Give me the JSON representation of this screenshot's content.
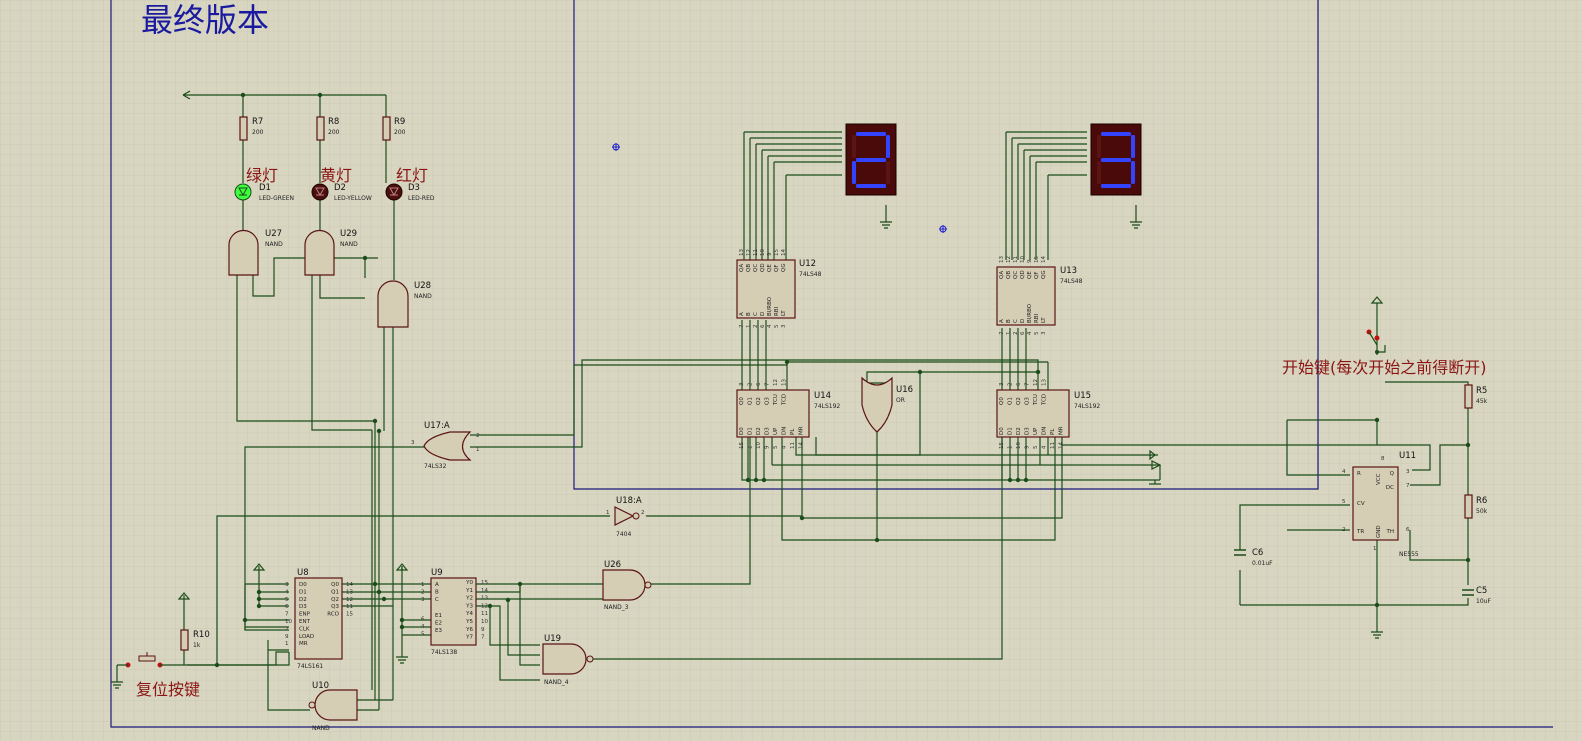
{
  "sheet": {
    "title": "最终版本",
    "colors": {
      "background": "#d8d6c1",
      "grid": "#c2c0a8",
      "border": "#1a1a7a",
      "wire": "#1b4d1b",
      "title": "#1a1aa0",
      "label_cn": "#8b1515",
      "component_body": "#d6cdb5",
      "component_outline": "#5a1414",
      "seg_on": "#3344ff",
      "led_green": "#3dff3d",
      "led_off": "#4a1010"
    }
  },
  "labels_cn": {
    "green_light": "绿灯",
    "yellow_light": "黄灯",
    "red_light": "红灯",
    "start_key": "开始键(每次开始之前得断开)",
    "reset_key": "复位按键"
  },
  "resistors": [
    {
      "ref": "R7",
      "value": "200"
    },
    {
      "ref": "R8",
      "value": "200"
    },
    {
      "ref": "R9",
      "value": "200"
    },
    {
      "ref": "R10",
      "value": "1k"
    },
    {
      "ref": "R5",
      "value": "45k"
    },
    {
      "ref": "R6",
      "value": "50k"
    }
  ],
  "leds": [
    {
      "ref": "D1",
      "type": "LED-GREEN",
      "lit": true
    },
    {
      "ref": "D2",
      "type": "LED-YELLOW",
      "lit": false
    },
    {
      "ref": "D3",
      "type": "LED-RED",
      "lit": false
    }
  ],
  "gates": {
    "u27": {
      "ref": "U27",
      "type": "NAND"
    },
    "u29": {
      "ref": "U29",
      "type": "NAND"
    },
    "u28": {
      "ref": "U28",
      "type": "NAND"
    },
    "u17": {
      "ref": "U17:A",
      "type": "74LS32",
      "pins": [
        "2",
        "1",
        "3"
      ]
    },
    "u16": {
      "ref": "U16",
      "type": "OR"
    },
    "u18": {
      "ref": "U18:A",
      "type": "7404",
      "pins": [
        "1",
        "2"
      ]
    },
    "u26": {
      "ref": "U26",
      "type": "NAND_3"
    },
    "u19": {
      "ref": "U19",
      "type": "NAND_4"
    },
    "u10": {
      "ref": "U10",
      "type": "NAND"
    }
  },
  "decoders": [
    {
      "ref": "U12",
      "type": "74LS48",
      "top_pins": [
        "QA",
        "QB",
        "QC",
        "QD",
        "QE",
        "QF",
        "QG"
      ],
      "top_nums": [
        "13",
        "12",
        "11",
        "10",
        "9",
        "15",
        "14"
      ],
      "bottom_pins": [
        "A",
        "B",
        "C",
        "D",
        "BI/RBO",
        "RBI",
        "LT"
      ],
      "bottom_nums": [
        "7",
        "1",
        "2",
        "6",
        "4",
        "5",
        "3"
      ]
    },
    {
      "ref": "U13",
      "type": "74LS48",
      "top_pins": [
        "QA",
        "QB",
        "QC",
        "QD",
        "QE",
        "QF",
        "QG"
      ],
      "top_nums": [
        "13",
        "12",
        "11",
        "10",
        "9",
        "15",
        "14"
      ],
      "bottom_pins": [
        "A",
        "B",
        "C",
        "D",
        "BI/RBO",
        "RBI",
        "LT"
      ],
      "bottom_nums": [
        "7",
        "1",
        "2",
        "6",
        "4",
        "5",
        "3"
      ]
    }
  ],
  "counters": [
    {
      "ref": "U14",
      "type": "74LS192",
      "top_pins": [
        "Q0",
        "Q1",
        "Q2",
        "Q3",
        "TCU",
        "TCD"
      ],
      "top_nums": [
        "3",
        "2",
        "6",
        "7",
        "12",
        "13"
      ],
      "bottom_pins": [
        "D0",
        "D1",
        "D2",
        "D3",
        "UP",
        "DN",
        "PL",
        "MR"
      ],
      "bottom_nums": [
        "15",
        "1",
        "10",
        "9",
        "5",
        "4",
        "11",
        "14"
      ]
    },
    {
      "ref": "U15",
      "type": "74LS192",
      "top_pins": [
        "Q0",
        "Q1",
        "Q2",
        "Q3",
        "TCU",
        "TCD"
      ],
      "top_nums": [
        "3",
        "2",
        "6",
        "7",
        "12",
        "13"
      ],
      "bottom_pins": [
        "D0",
        "D1",
        "D2",
        "D3",
        "UP",
        "DN",
        "PL",
        "MR"
      ],
      "bottom_nums": [
        "15",
        "1",
        "10",
        "9",
        "5",
        "4",
        "11",
        "14"
      ]
    }
  ],
  "displays": [
    {
      "ref": "disp-left",
      "digit": "2"
    },
    {
      "ref": "disp-right",
      "digit": "3"
    }
  ],
  "u8": {
    "ref": "U8",
    "type": "74LS161",
    "left_pins": [
      "D0",
      "D1",
      "D2",
      "D3",
      "ENP",
      "ENT",
      "CLK",
      "LOAD",
      "MR"
    ],
    "left_nums": [
      "3",
      "4",
      "5",
      "6",
      "7",
      "10",
      "2",
      "9",
      "1"
    ],
    "right_pins": [
      "Q0",
      "Q1",
      "Q2",
      "Q3",
      "RCO"
    ],
    "right_nums": [
      "14",
      "13",
      "12",
      "11",
      "15"
    ]
  },
  "u9": {
    "ref": "U9",
    "type": "74LS138",
    "left_pins": [
      "A",
      "B",
      "C",
      "E1",
      "E2",
      "E3"
    ],
    "left_nums": [
      "1",
      "2",
      "3",
      "6",
      "4",
      "5"
    ],
    "right_pins": [
      "Y0",
      "Y1",
      "Y2",
      "Y3",
      "Y4",
      "Y5",
      "Y6",
      "Y7"
    ],
    "right_nums": [
      "15",
      "14",
      "13",
      "12",
      "11",
      "10",
      "9",
      "7"
    ]
  },
  "u11": {
    "ref": "U11",
    "type": "NE555",
    "left_pins": [
      "R",
      "CV",
      "TR"
    ],
    "left_nums": [
      "4",
      "5",
      "2"
    ],
    "right_pins": [
      "Q",
      "DC",
      "TH"
    ],
    "right_nums": [
      "3",
      "7",
      "6"
    ],
    "top_pin": "VCC",
    "top_num": "8",
    "bottom_pin": "GND",
    "bottom_num": "1"
  },
  "capacitors": [
    {
      "ref": "C6",
      "value": "0.01uF"
    },
    {
      "ref": "C5",
      "value": "10uF"
    }
  ]
}
